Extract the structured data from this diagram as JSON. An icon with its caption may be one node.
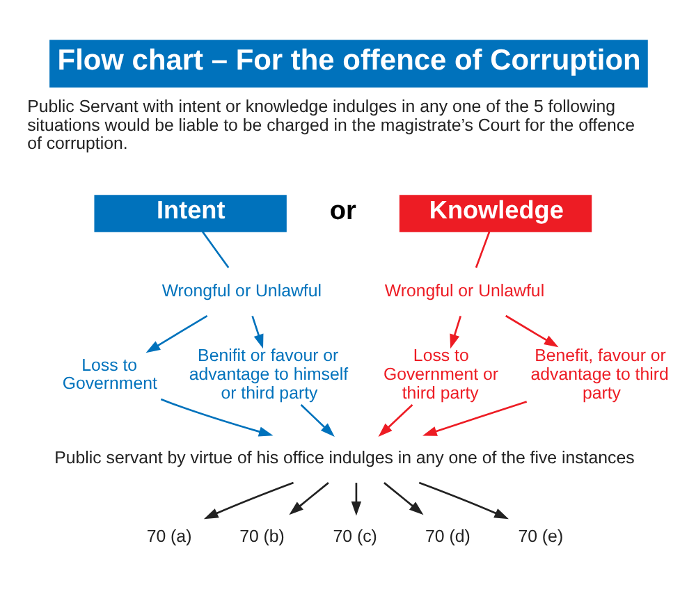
{
  "diagram": {
    "title": "Flow chart – For the offence of Corruption",
    "nodes": [
      {
        "text": [
          "Intent"
        ]
      },
      {
        "text": [
          "Knowledge"
        ]
      },
      {
        "text": [
          "Wrongful or Unlawful"
        ]
      },
      {
        "text": [
          "Wrongful or Unlawful"
        ]
      },
      {
        "text": [
          "Loss to Government"
        ]
      },
      {
        "text": [
          "Benifit or favour or advantage to himself or third party"
        ]
      },
      {
        "text": [
          "Loss to Government or third party"
        ]
      },
      {
        "text": [
          "Benefit, favour or advantage to third party"
        ]
      },
      {
        "text": [
          "Public servant by virtue of his office indulges in any one of the five instances"
        ]
      },
      {
        "text": [
          "70 (a)"
        ]
      },
      {
        "text": [
          "70 (b)"
        ]
      },
      {
        "text": [
          "70 (c)"
        ]
      },
      {
        "text": [
          "70 (d)"
        ]
      },
      {
        "text": [
          "70 (e)"
        ]
      }
    ],
    "edges": [
      {
        "from": 0,
        "to": 2,
        "arrow": "none",
        "color": "#0072bc"
      },
      {
        "from": 2,
        "to": 4,
        "arrow": "to",
        "color": "#0072bc"
      },
      {
        "from": 2,
        "to": 5,
        "arrow": "to",
        "color": "#0072bc"
      },
      {
        "from": 1,
        "to": 3,
        "arrow": "none",
        "color": "#ed1c24"
      },
      {
        "from": 3,
        "to": 6,
        "arrow": "to",
        "color": "#ed1c24"
      },
      {
        "from": 3,
        "to": 7,
        "arrow": "to",
        "color": "#ed1c24"
      },
      {
        "from": 4,
        "to": 8,
        "arrow": "to",
        "color": "#0072bc"
      },
      {
        "from": 5,
        "to": 8,
        "arrow": "to",
        "color": "#0072bc"
      },
      {
        "from": 6,
        "to": 8,
        "arrow": "to",
        "color": "#ed1c24"
      },
      {
        "from": 7,
        "to": 8,
        "arrow": "to",
        "color": "#ed1c24"
      },
      {
        "from": 8,
        "to": 9,
        "arrow": "to",
        "color": "#222222"
      },
      {
        "from": 8,
        "to": 10,
        "arrow": "to",
        "color": "#222222"
      },
      {
        "from": 8,
        "to": 11,
        "arrow": "to",
        "color": "#222222"
      },
      {
        "from": 8,
        "to": 12,
        "arrow": "to",
        "color": "#222222"
      },
      {
        "from": 8,
        "to": 13,
        "arrow": "to",
        "color": "#222222"
      }
    ],
    "labels": [
      "Public Servant with intent or knowledge indulges in any one of the 5 following situations would be liable to be charged in the magistrate’s Court for the offence of corruption.",
      "or"
    ]
  }
}
